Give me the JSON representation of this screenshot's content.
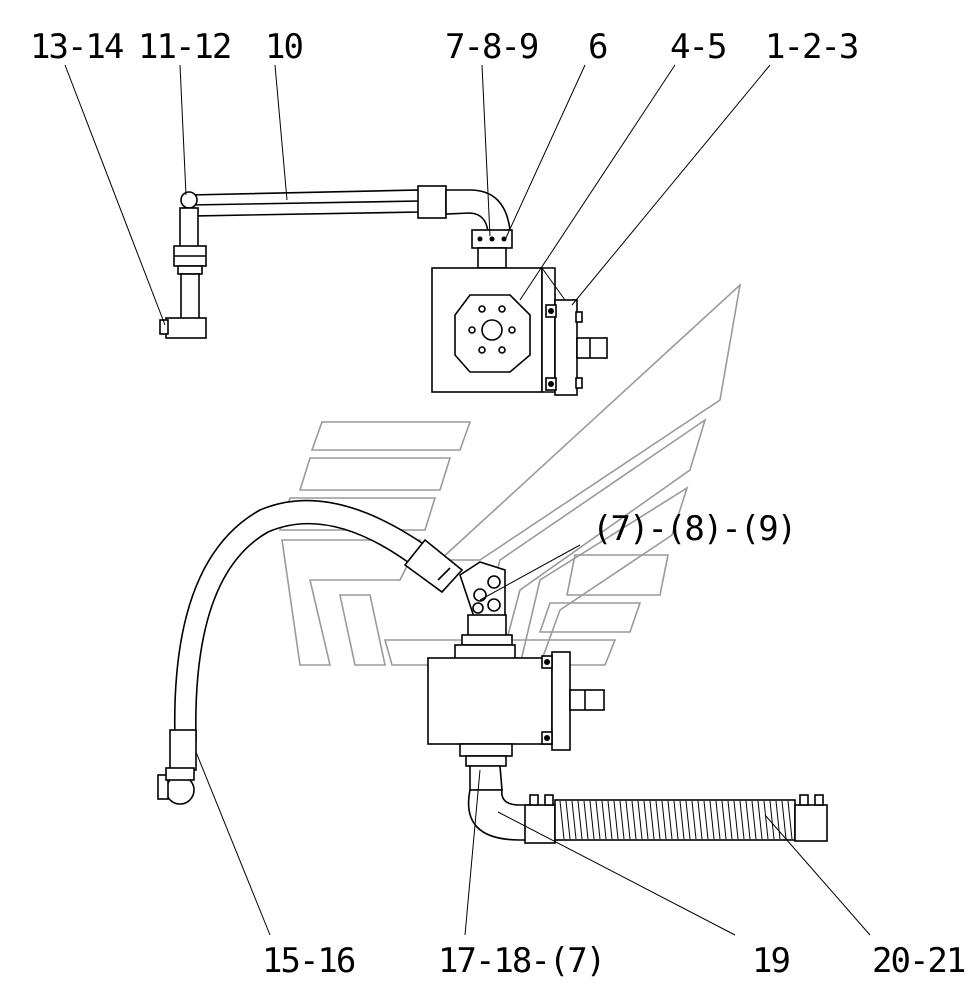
{
  "callouts": {
    "c13_14": "13-14",
    "c11_12": "11-12",
    "c10": "10",
    "c7_8_9": "7-8-9",
    "c6": "6",
    "c4_5": "4-5",
    "c1_2_3": "1-2-3",
    "c7_8_9_ref": "(7)-(8)-(9)",
    "c15_16": "15-16",
    "c17_18_7": "17-18-(7)",
    "c19": "19",
    "c20_21": "20-21"
  }
}
